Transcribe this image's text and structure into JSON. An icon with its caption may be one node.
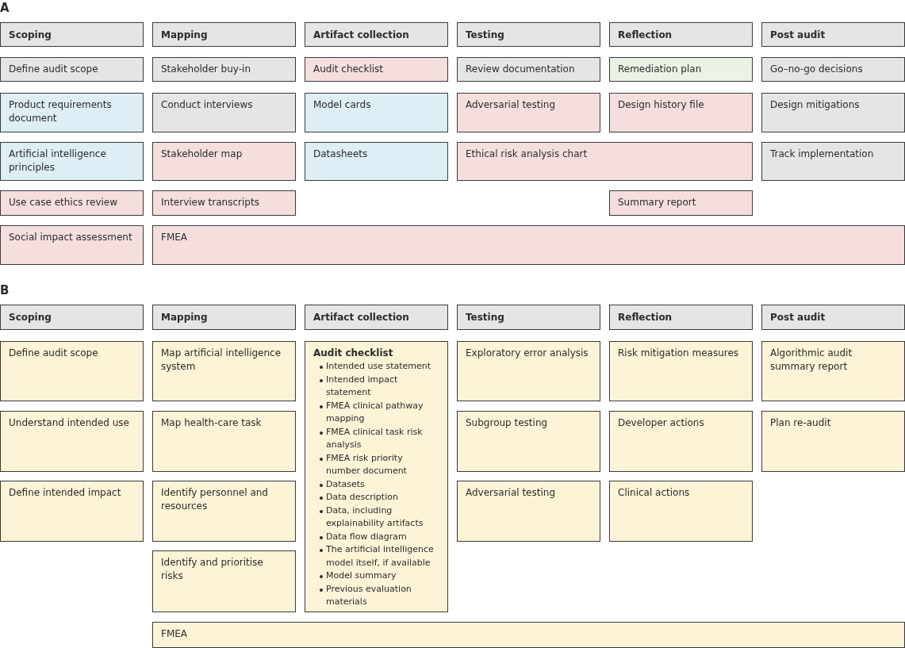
{
  "diagram": {
    "nodes": [
      {
        "text": [
          "Scoping"
        ]
      },
      {
        "text": [
          "Mapping"
        ]
      },
      {
        "text": [
          "Artifact collection"
        ]
      },
      {
        "text": [
          "Testing"
        ]
      },
      {
        "text": [
          "Reflection"
        ]
      },
      {
        "text": [
          "Post audit"
        ]
      },
      {
        "text": [
          "Define audit scope"
        ]
      },
      {
        "text": [
          "Stakeholder buy-in"
        ]
      },
      {
        "text": [
          "Audit checklist"
        ]
      },
      {
        "text": [
          "Review documentation"
        ]
      },
      {
        "text": [
          "Remediation plan"
        ]
      },
      {
        "text": [
          "Go–no-go decisions"
        ]
      },
      {
        "text": [
          "Product requirements document"
        ]
      },
      {
        "text": [
          "Conduct interviews"
        ]
      },
      {
        "text": [
          "Model cards"
        ]
      },
      {
        "text": [
          "Adversarial testing"
        ]
      },
      {
        "text": [
          "Design history file"
        ]
      },
      {
        "text": [
          "Design mitigations"
        ]
      },
      {
        "text": [
          "Artificial intelligence principles"
        ]
      },
      {
        "text": [
          "Stakeholder map"
        ]
      },
      {
        "text": [
          "Datasheets"
        ]
      },
      {
        "text": [
          "Ethical risk analysis chart"
        ]
      },
      {
        "text": [
          "Track implementation"
        ]
      },
      {
        "text": [
          "Use case ethics review"
        ]
      },
      {
        "text": [
          "Interview transcripts"
        ]
      },
      {
        "text": [
          "Summary report"
        ]
      },
      {
        "text": [
          "Social impact assessment"
        ]
      },
      {
        "text": [
          "FMEA"
        ]
      },
      {
        "text": [
          "Scoping"
        ]
      },
      {
        "text": [
          "Mapping"
        ]
      },
      {
        "text": [
          "Artifact collection"
        ]
      },
      {
        "text": [
          "Testing"
        ]
      },
      {
        "text": [
          "Reflection"
        ]
      },
      {
        "text": [
          "Post audit"
        ]
      },
      {
        "text": [
          "Define audit scope"
        ]
      },
      {
        "text": [
          "Map artificial intelligence system"
        ]
      },
      {
        "text": [
          "Audit checklist",
          "Intended use statement",
          "Intended impact statement",
          "FMEA clinical pathway mapping",
          "FMEA clinical task risk analysis",
          "FMEA risk priority number document",
          "Datasets",
          "Data description",
          "Data, including explainability artifacts",
          "Data flow diagram",
          "The artificial intelligence model itself, if available",
          "Model summary",
          "Previous evaluation materials"
        ]
      },
      {
        "text": [
          "Exploratory error analysis"
        ]
      },
      {
        "text": [
          "Risk mitigation measures"
        ]
      },
      {
        "text": [
          "Algorithmic audit summary report"
        ]
      },
      {
        "text": [
          "Understand intended use"
        ]
      },
      {
        "text": [
          "Map health-care task"
        ]
      },
      {
        "text": [
          "Subgroup testing"
        ]
      },
      {
        "text": [
          "Developer actions"
        ]
      },
      {
        "text": [
          "Plan re-audit"
        ]
      },
      {
        "text": [
          "Define intended impact"
        ]
      },
      {
        "text": [
          "Identify personnel and resources"
        ]
      },
      {
        "text": [
          "Adversarial testing"
        ]
      },
      {
        "text": [
          "Clinical actions"
        ]
      },
      {
        "text": [
          "Identify and prioritise risks"
        ]
      },
      {
        "text": [
          "FMEA"
        ]
      }
    ],
    "labels": [
      "A",
      "B"
    ]
  }
}
